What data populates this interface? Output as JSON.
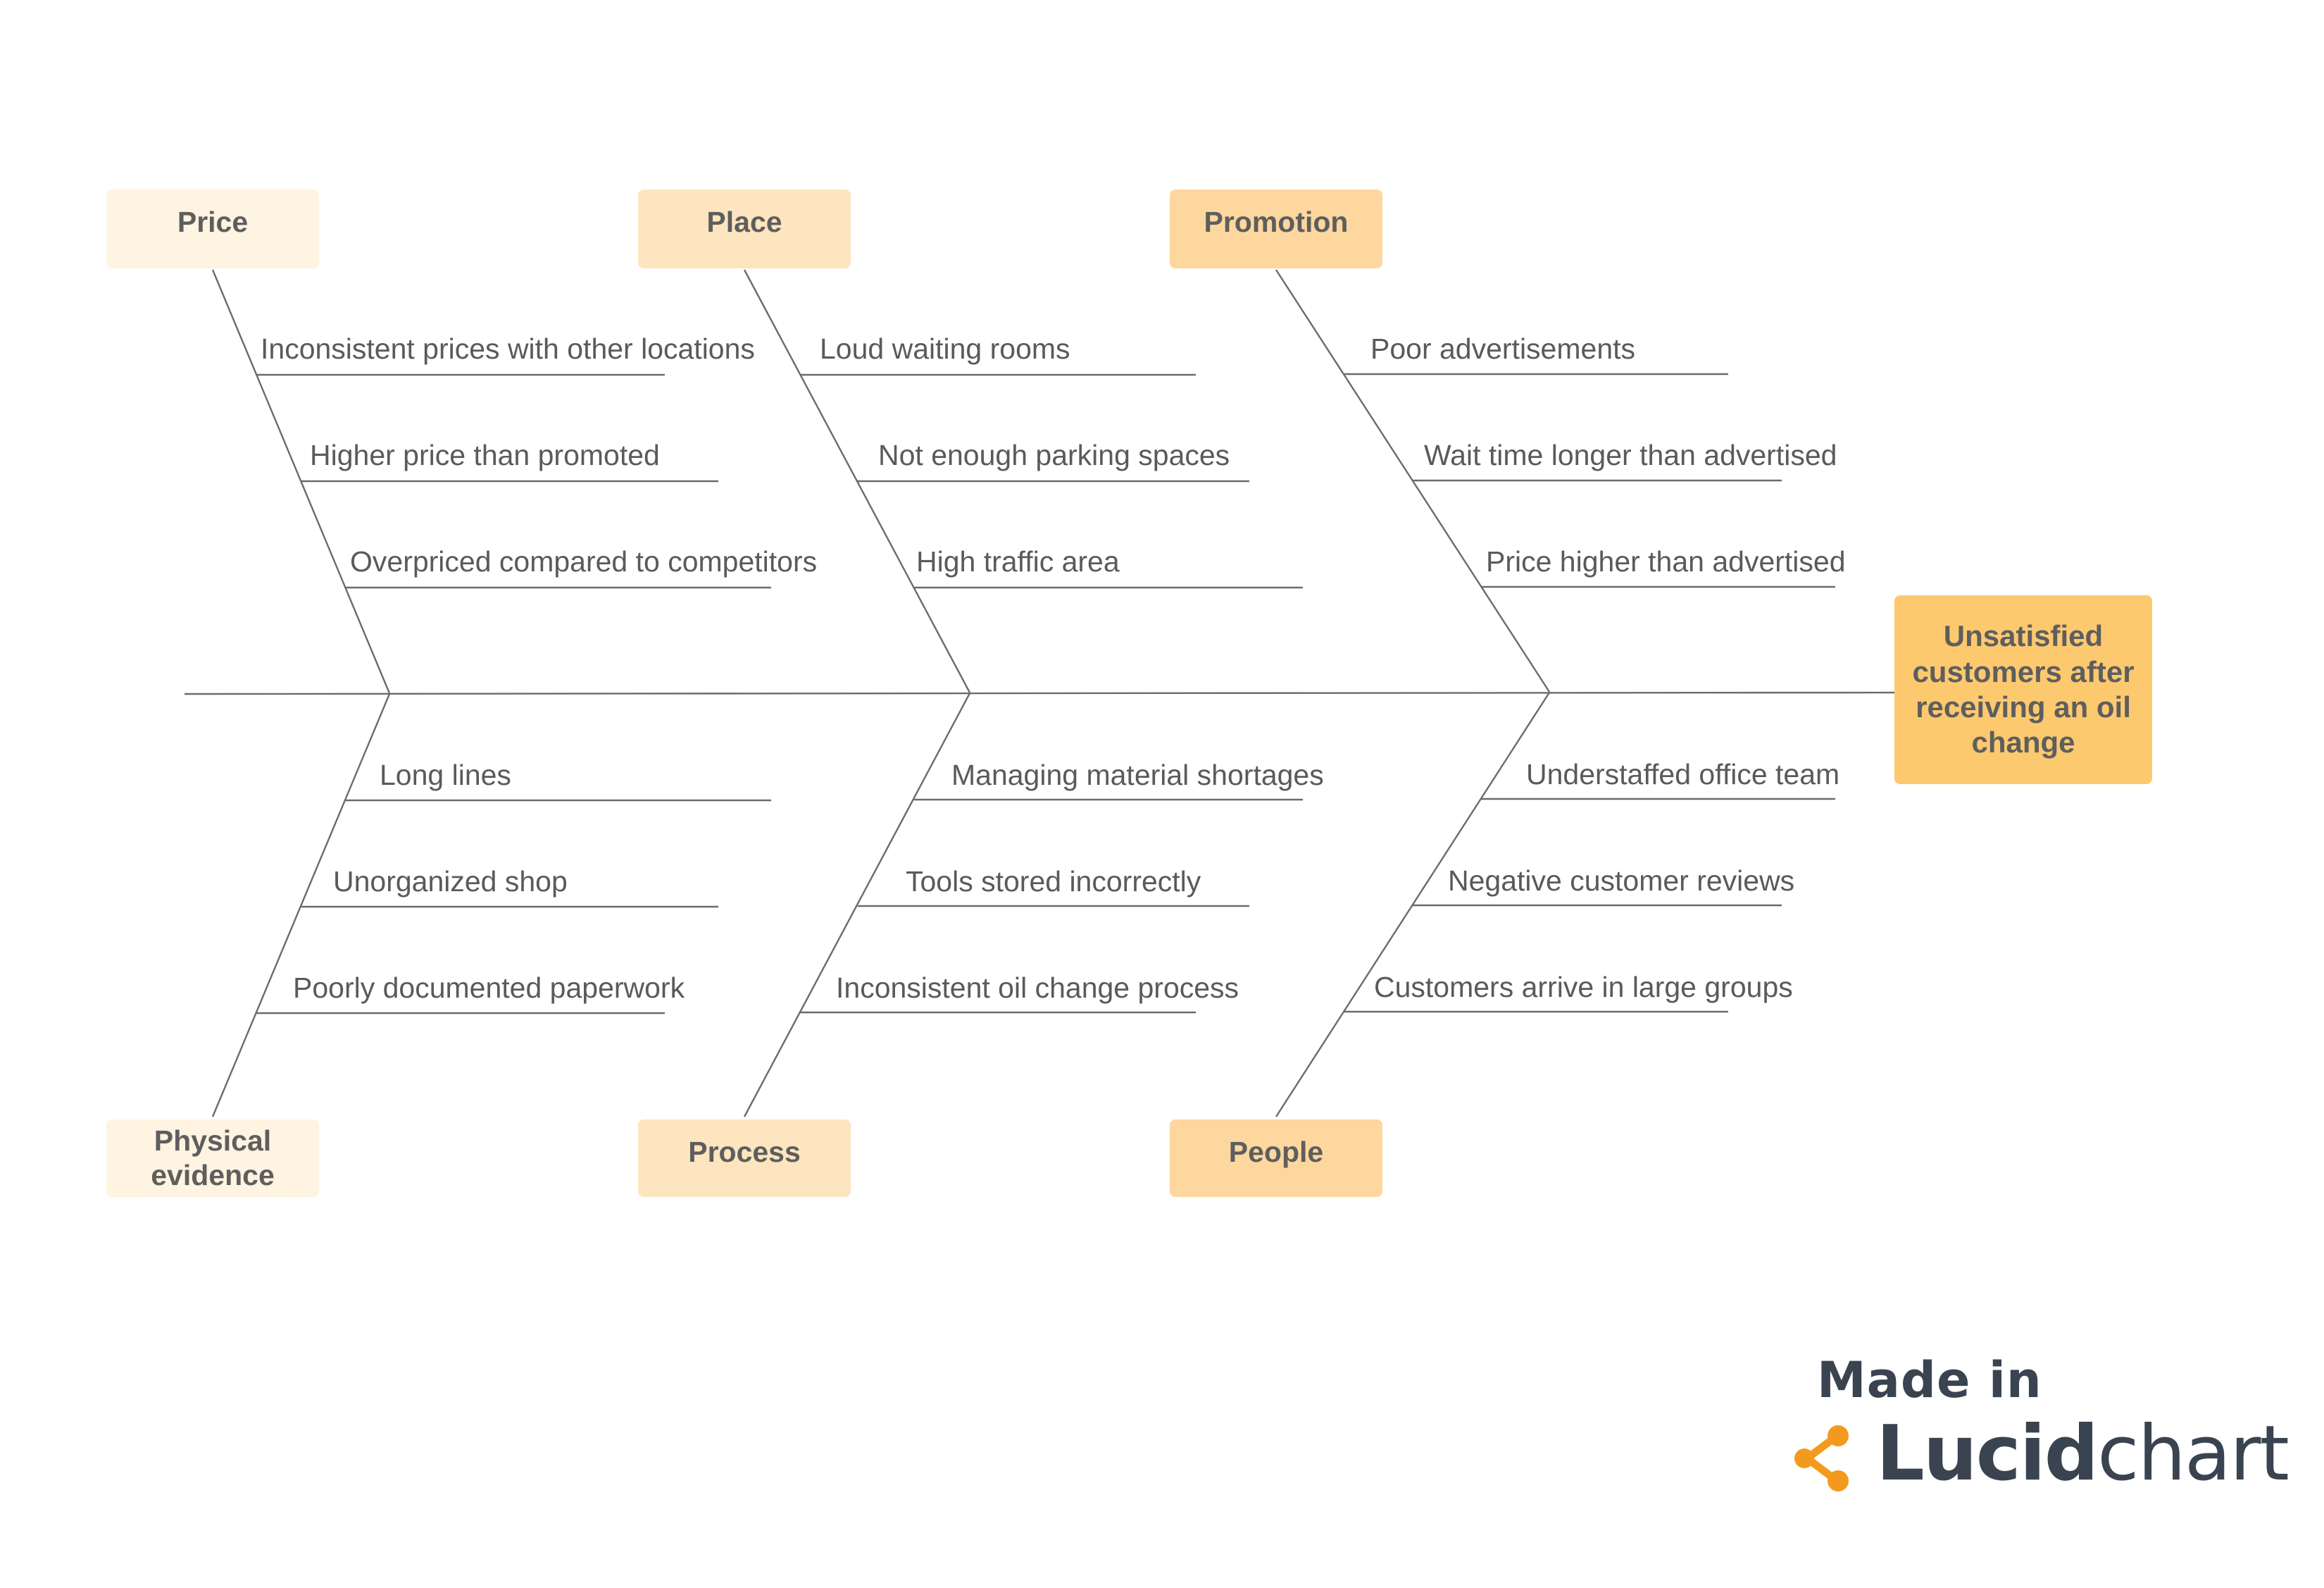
{
  "diagram": {
    "effect": "Unsatisfied customers after receiving an oil change",
    "categories": [
      {
        "label": "Price",
        "causes": [
          "Inconsistent prices with other locations",
          "Higher price than promoted",
          "Overpriced compared to competitors"
        ]
      },
      {
        "label": "Place",
        "causes": [
          "Loud waiting rooms",
          "Not enough parking spaces",
          "High traffic area"
        ]
      },
      {
        "label": "Promotion",
        "causes": [
          "Poor advertisements",
          "Wait time longer than advertised",
          "Price higher than advertised"
        ]
      },
      {
        "label": "Physical evidence",
        "causes": [
          "Long lines",
          "Unorganized shop",
          "Poorly documented paperwork"
        ]
      },
      {
        "label": "Process",
        "causes": [
          "Managing material shortages",
          "Tools stored incorrectly",
          "Inconsistent oil change process"
        ]
      },
      {
        "label": "People",
        "causes": [
          "Understaffed office team",
          "Negative customer reviews",
          "Customers arrive in large groups"
        ]
      }
    ]
  },
  "branding": {
    "made_in": "Made in",
    "brand_bold": "Lucid",
    "brand_light": "chart"
  },
  "colors": {
    "line": "#6b6b6b",
    "text": "#5a5a5a",
    "box_light": "#fff3e1",
    "box_medium": "#fde5bf",
    "box_strong": "#fdd79e",
    "effect_box": "#fdc96f",
    "logo_orange": "#f39a1e",
    "logo_text": "#3a4450"
  }
}
